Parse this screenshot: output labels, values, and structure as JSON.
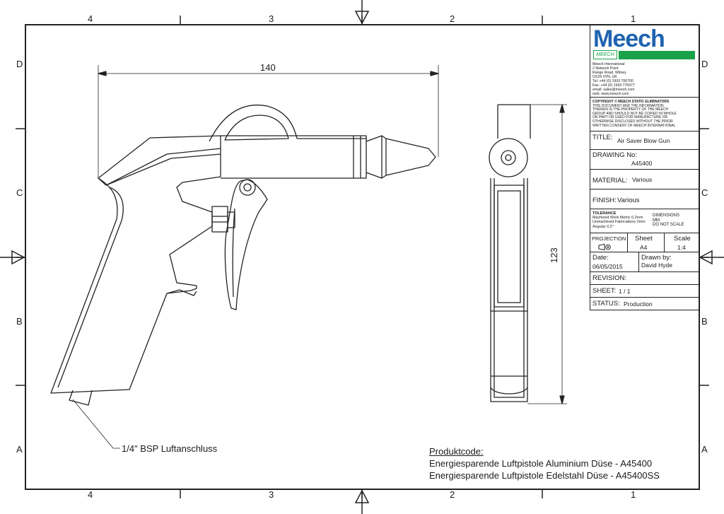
{
  "border": {
    "zones_top": [
      "4",
      "3",
      "2",
      "1"
    ],
    "zones_bottom": [
      "4",
      "3",
      "2",
      "1"
    ],
    "zones_left": [
      "D",
      "C",
      "B",
      "A"
    ],
    "zones_right": [
      "D",
      "C",
      "B",
      "A"
    ]
  },
  "drawing": {
    "dim_length": "140",
    "dim_height": "123",
    "callout": "1/4\" BSP Luftanschluss"
  },
  "title_block": {
    "logo_text": "Meech",
    "logo_badge": "MEECH",
    "address": [
      "Meech International",
      "2 Network Point",
      "Range Road, Witney",
      "OX29 0YN, UK",
      "Tel:  +44 (0) 1993 706700",
      "Fax: +44 (0) 1993 776977",
      "email:  sales@meech.com",
      "web:  www.meech.com"
    ],
    "copyright_head": "COPYRIGHT © MEECH STATIC ELIMINATORS",
    "copyright_body": [
      "THIS DOCUMENT AND THE INFORMATION",
      "THEREIN IS THE PROPERTY OF THE MEECH",
      "GROUP AND SHOULD NOT BE COPIED IN WHOLE",
      "OR PART OR USED FOR MANUFACTURE OR",
      "OTHERWISE DISCLOSED WITHOUT THE PRIOR",
      "WRITTEN CONSENT OF MEECH INTERNATIONAL"
    ],
    "title_label": "TITLE:",
    "title_value": "Air Saver Blow Gun",
    "drawing_no_label": "DRAWING No:",
    "drawing_no_value": "A45400",
    "material_label": "MATERIAL:",
    "material_value": "Various",
    "finish_label": "FINISH:",
    "finish_value": "Various",
    "tolerance_head": "TOLERANCE",
    "tolerance_lines": [
      "Machined Work Metric 0.2mm",
      "Unmachined Fabrications 2mm",
      "Angular 0.2°"
    ],
    "dimensions_label": "DIMENSIONS",
    "dimensions_unit": "MM",
    "dimensions_note": "DO NOT SCALE",
    "projection_label": "PROJECTION",
    "sheet_label": "Sheet",
    "sheet_value": "A4",
    "scale_label": "Scale",
    "scale_value": "1:4",
    "date_label": "Date:",
    "date_value": "06/05/2015",
    "drawn_by_label": "Drawn by:",
    "drawn_by_value": "David Hyde",
    "revision_label": "REVISION:",
    "sheet_no_label": "SHEET:",
    "sheet_no_value": "1 / 1",
    "status_label": "STATUS:",
    "status_value": "Production",
    "colors": {
      "logo_blue": "#1e63b0",
      "logo_green": "#19a24a"
    }
  },
  "notes": {
    "heading": "Produktcode:",
    "lines": [
      "Energiesparende Luftpistole Aluminium Düse - A45400",
      "Energiesparende Luftpistole Edelstahl Düse - A45400SS"
    ]
  }
}
